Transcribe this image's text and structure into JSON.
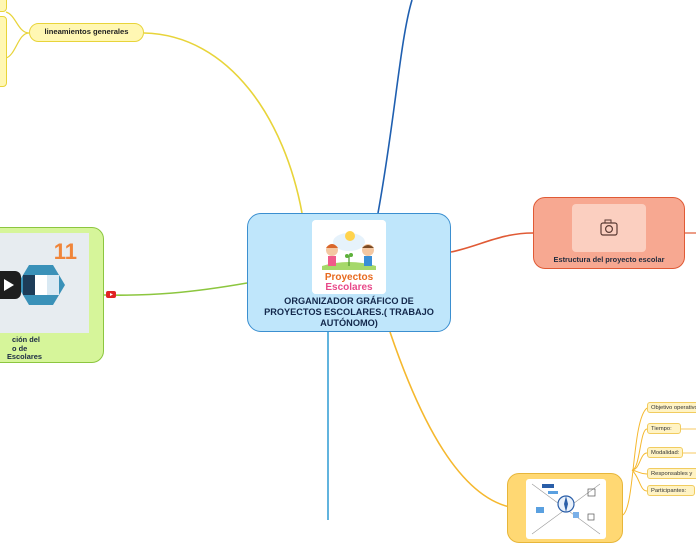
{
  "central": {
    "image_text_line1": "Proyectos",
    "image_text_line2": "Escolares",
    "title": "ORGANIZADOR GRÁFICO DE PROYECTOS ESCOLARES.( TRABAJO AUTÓNOMO)"
  },
  "topics": {
    "lineamientos": "lineamientos generales",
    "estructura": "Estructura del proyecto escolar",
    "video_number": "11",
    "video_caption_line1": "ción del",
    "video_caption_line2": "o de",
    "video_caption_line3": "Escolares"
  },
  "subtopics": [
    "Objetivo operativo",
    "Tiempo:",
    "Modalidad:",
    "Responsables y",
    "Participantes:"
  ],
  "colors": {
    "central_fill": "#bfe6fb",
    "central_border": "#3b8fd0",
    "lineamientos_branch": "#e8d43a",
    "video_branch": "#8cc63f",
    "estructura_branch": "#e05a35",
    "bottom_right_branch": "#f5b82e",
    "top_branch": "#1f5fb0",
    "bottom_branch": "#3aa1d6"
  },
  "icons": {
    "camera": "camera-icon",
    "youtube": "youtube-icon",
    "play": "play-icon"
  }
}
